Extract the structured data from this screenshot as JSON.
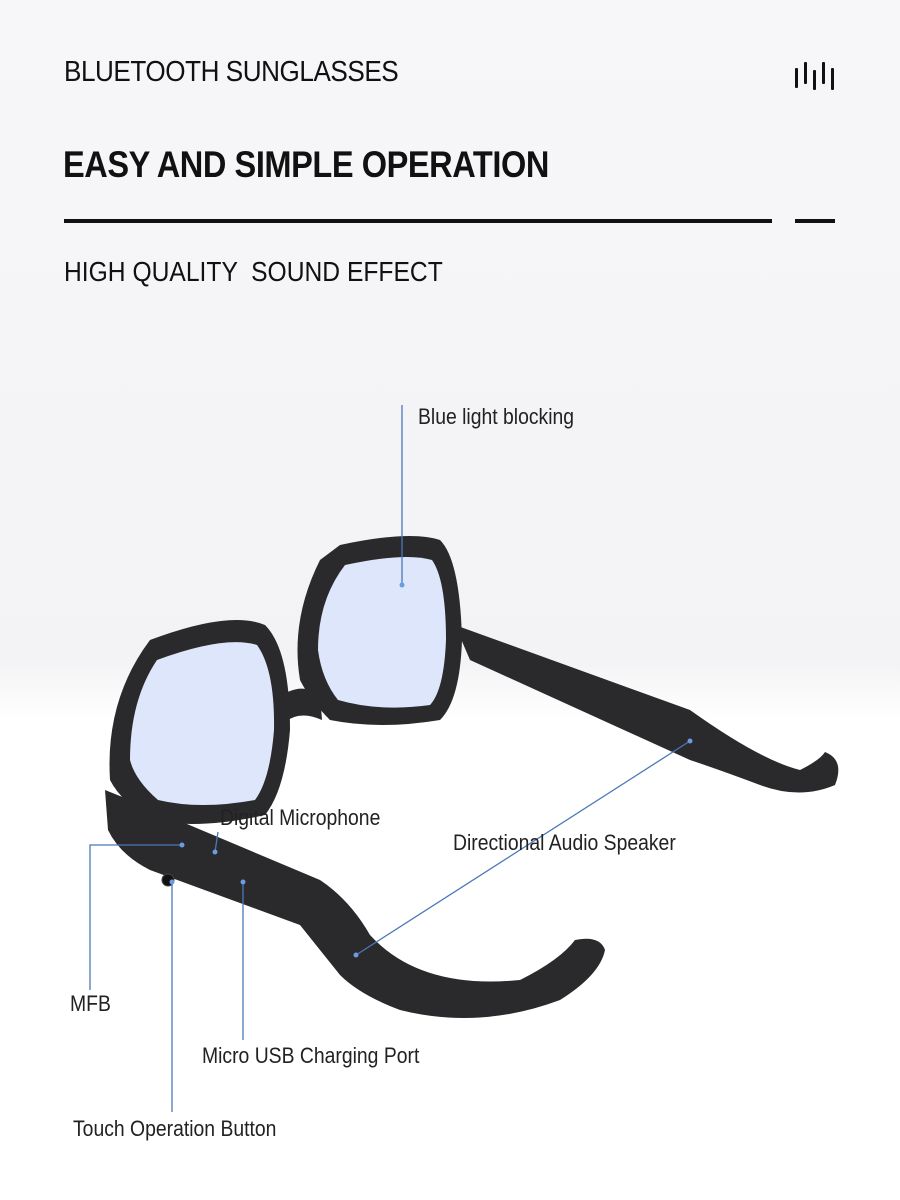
{
  "header": {
    "brand": "BLUETOOTH SUNGLASSES",
    "logo_icon": "sound-bars-icon",
    "headline": "EASY AND SIMPLE OPERATION",
    "subheadline": "HIGH QUALITY  SOUND EFFECT"
  },
  "callouts": {
    "blue_light": "Blue light blocking",
    "microphone": "Digital Microphone",
    "speaker": "Directional Audio Speaker",
    "mfb": "MFB",
    "usb": "Micro USB Charging Port",
    "touch": "Touch Operation Button"
  },
  "colors": {
    "frame": "#2a2a2c",
    "lens": "#dde6fb",
    "callout_line": "#4a78b8"
  }
}
